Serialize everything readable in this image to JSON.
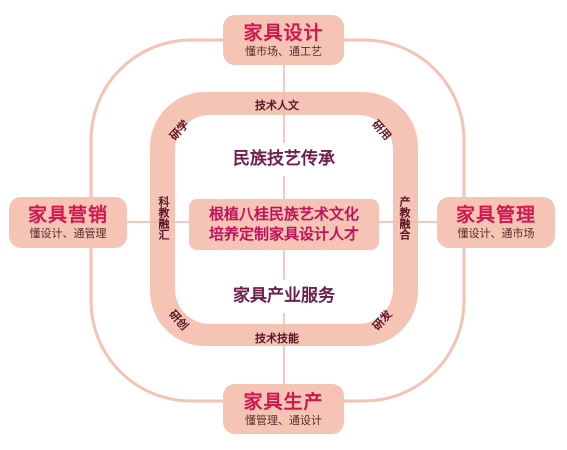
{
  "nodes": {
    "top": {
      "title": "家具设计",
      "subtitle": "懂市场、通工艺"
    },
    "left": {
      "title": "家具营销",
      "subtitle": "懂设计、通管理"
    },
    "right": {
      "title": "家具管理",
      "subtitle": "懂设计、通市场"
    },
    "bottom": {
      "title": "家具生产",
      "subtitle": "懂管理、通设计"
    }
  },
  "band": {
    "top": "技术人文",
    "bottom": "技术技能",
    "left": "科教融汇",
    "right": "产教融合",
    "corner_top_left": "研学",
    "corner_top_right": "研用",
    "corner_bottom_left": "研创",
    "corner_bottom_right": "研发"
  },
  "inner": {
    "upper": "民族技艺传承",
    "center_line1": "根植八桂民族艺术文化",
    "center_line2": "培养定制家具设计人才",
    "lower": "家具产业服务"
  },
  "colors": {
    "band": "#f6c4b5",
    "outer_ring": "#f3c3b3",
    "title_red": "#d2164e",
    "center_text": "#c0125a",
    "inner_text": "#6f1e4b"
  }
}
